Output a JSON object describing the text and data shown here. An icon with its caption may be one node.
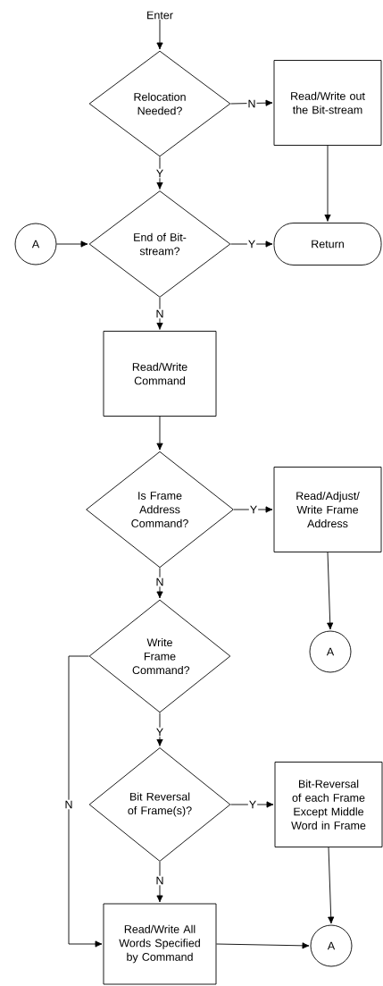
{
  "diagram": {
    "nodes": [
      {
        "text": [
          "Enter"
        ]
      },
      {
        "text": [
          "Relocation Needed?"
        ]
      },
      {
        "text": [
          "Read/Write out the Bit-stream"
        ]
      },
      {
        "text": [
          "A"
        ]
      },
      {
        "text": [
          "End of Bit-stream?"
        ]
      },
      {
        "text": [
          "Return"
        ]
      },
      {
        "text": [
          "Read/Write Command"
        ]
      },
      {
        "text": [
          "Is Frame Address Command?"
        ]
      },
      {
        "text": [
          "Read/Adjust/ Write Frame Address"
        ]
      },
      {
        "text": [
          "A"
        ]
      },
      {
        "text": [
          "Write Frame Command?"
        ]
      },
      {
        "text": [
          "Bit Reversal of Frame(s)?"
        ]
      },
      {
        "text": [
          "Bit-Reversal of each Frame Except Middle Word in Frame"
        ]
      },
      {
        "text": [
          "Read/Write All Words Specified by Command"
        ]
      },
      {
        "text": [
          "A"
        ]
      }
    ],
    "edges": [
      {
        "from": 0,
        "to": 1,
        "arrow": "to"
      },
      {
        "from": 1,
        "to": 2,
        "arrow": "to",
        "label": "N"
      },
      {
        "from": 1,
        "to": 4,
        "arrow": "to",
        "label": "Y"
      },
      {
        "from": 3,
        "to": 4,
        "arrow": "to"
      },
      {
        "from": 4,
        "to": 5,
        "arrow": "to",
        "label": "Y"
      },
      {
        "from": 2,
        "to": 5,
        "arrow": "to"
      },
      {
        "from": 4,
        "to": 6,
        "arrow": "to",
        "label": "N"
      },
      {
        "from": 6,
        "to": 7,
        "arrow": "to"
      },
      {
        "from": 7,
        "to": 8,
        "arrow": "to",
        "label": "Y"
      },
      {
        "from": 8,
        "to": 9,
        "arrow": "to"
      },
      {
        "from": 7,
        "to": 10,
        "arrow": "to",
        "label": "N"
      },
      {
        "from": 10,
        "to": 11,
        "arrow": "to",
        "label": "Y"
      },
      {
        "from": 10,
        "to": 13,
        "arrow": "to",
        "label": "N"
      },
      {
        "from": 11,
        "to": 12,
        "arrow": "to",
        "label": "Y"
      },
      {
        "from": 11,
        "to": 13,
        "arrow": "to",
        "label": "N"
      },
      {
        "from": 12,
        "to": 14,
        "arrow": "to"
      },
      {
        "from": 13,
        "to": 14,
        "arrow": "to"
      }
    ]
  }
}
